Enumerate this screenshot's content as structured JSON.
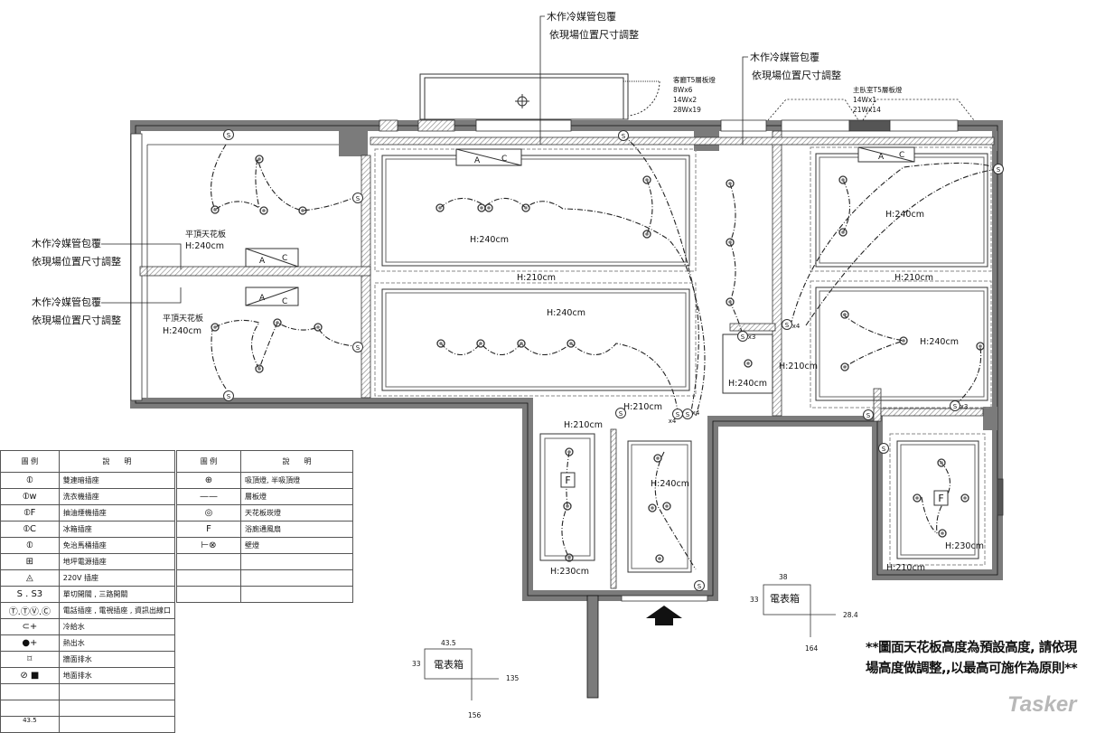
{
  "annotations": {
    "ac_pipe_cover": "木作冷媒管包覆",
    "adjust_on_site": "依現場位置尺寸調整",
    "living_t5": {
      "title": "客廳T5層板燈",
      "lines": [
        "8Wx6",
        "14Wx2",
        "28Wx19"
      ]
    },
    "master_t5": {
      "title": "主臥室T5層板燈",
      "lines": [
        "14Wx1",
        "21Wx14"
      ]
    },
    "flat_ceiling": "平頂天花板",
    "ac_label": [
      "A",
      "C"
    ],
    "fan_label": "F",
    "switch_label": "S",
    "x4": "x4",
    "x3": "x3"
  },
  "heights": {
    "h240": "H:240cm",
    "h210": "H:210cm",
    "h230": "H:230cm"
  },
  "meter_boxes": [
    {
      "label": "電表箱",
      "top": "43.5",
      "side": "33",
      "right": "135",
      "bottom": "156"
    },
    {
      "label": "電表箱",
      "top": "38",
      "side": "33",
      "right": "28.4",
      "bottom": "164"
    }
  ],
  "note": [
    "**圖面天花板高度為預設高度, 請依現",
    "場高度做調整,,以最高可施作為原則**"
  ],
  "watermark": "Tasker",
  "legend_left": {
    "headers": [
      "圖 例",
      "說　　明"
    ],
    "rows": [
      {
        "symbol": "⦶",
        "desc": "雙連暗插座"
      },
      {
        "symbol": "⦶w",
        "desc": "洗衣機插座"
      },
      {
        "symbol": "⦶F",
        "desc": "抽油煙機插座"
      },
      {
        "symbol": "⦶C",
        "desc": "冰箱插座"
      },
      {
        "symbol": "⦶",
        "desc": "免治馬桶插座"
      },
      {
        "symbol": "⊞",
        "desc": "地坪電源插座"
      },
      {
        "symbol": "◬",
        "desc": "220V 插座"
      },
      {
        "symbol": "S . S3",
        "desc": "單切開關 , 三路開關"
      },
      {
        "symbol": "Ⓣ.ⓉⓋ.Ⓒ",
        "desc": "電話插座 , 電視插座 , 資訊出線口"
      },
      {
        "symbol": "⊂+",
        "desc": "冷給水"
      },
      {
        "symbol": "●+",
        "desc": "熱出水"
      },
      {
        "symbol": "⌑",
        "desc": "牆面排水"
      },
      {
        "symbol": "⊘ ■",
        "desc": "地面排水"
      },
      {
        "symbol": "",
        "desc": ""
      },
      {
        "symbol": "",
        "desc": ""
      },
      {
        "symbol": "43.5",
        "desc": ""
      }
    ]
  },
  "legend_right": {
    "headers": [
      "圖 例",
      "說　　明"
    ],
    "rows": [
      {
        "symbol": "⊕",
        "desc": "吸頂燈, 半吸頂燈"
      },
      {
        "symbol": "——",
        "desc": "層板燈"
      },
      {
        "symbol": "◎",
        "desc": "天花板崁燈"
      },
      {
        "symbol": "F",
        "desc": "浴廁通風扇"
      },
      {
        "symbol": "⊢⊗",
        "desc": "壁燈"
      },
      {
        "symbol": "",
        "desc": ""
      },
      {
        "symbol": "",
        "desc": ""
      },
      {
        "symbol": "",
        "desc": ""
      }
    ]
  },
  "colors": {
    "wall": "#7b7b7b",
    "line": "#222222",
    "hatch": "#9a9a9a"
  }
}
